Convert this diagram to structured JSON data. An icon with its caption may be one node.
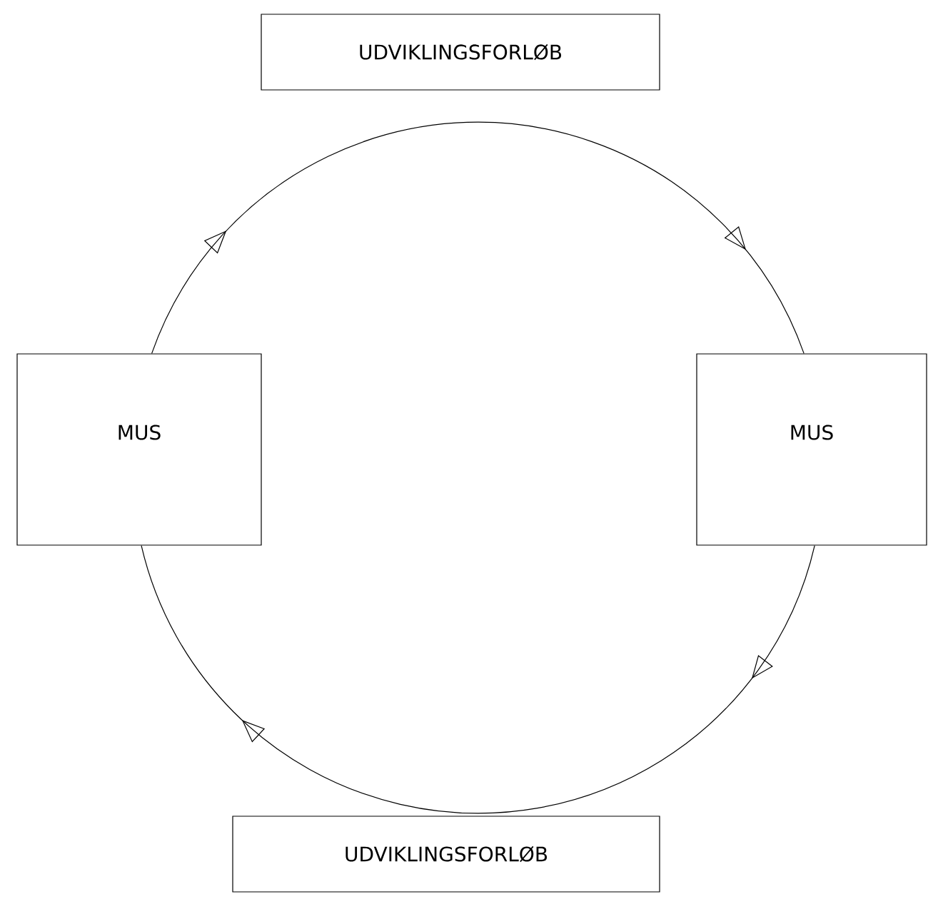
{
  "diagram": {
    "nodes": [
      {
        "text": [
          "UDVIKLINGSFORLØB"
        ]
      },
      {
        "text": [
          "MUS"
        ]
      },
      {
        "text": [
          "MUS"
        ]
      },
      {
        "text": [
          "UDVIKLINGSFORLØB"
        ]
      }
    ],
    "edges": [
      {
        "from": 1,
        "to": 2,
        "arrow": "to"
      },
      {
        "from": 2,
        "to": 1,
        "arrow": "to"
      }
    ]
  }
}
